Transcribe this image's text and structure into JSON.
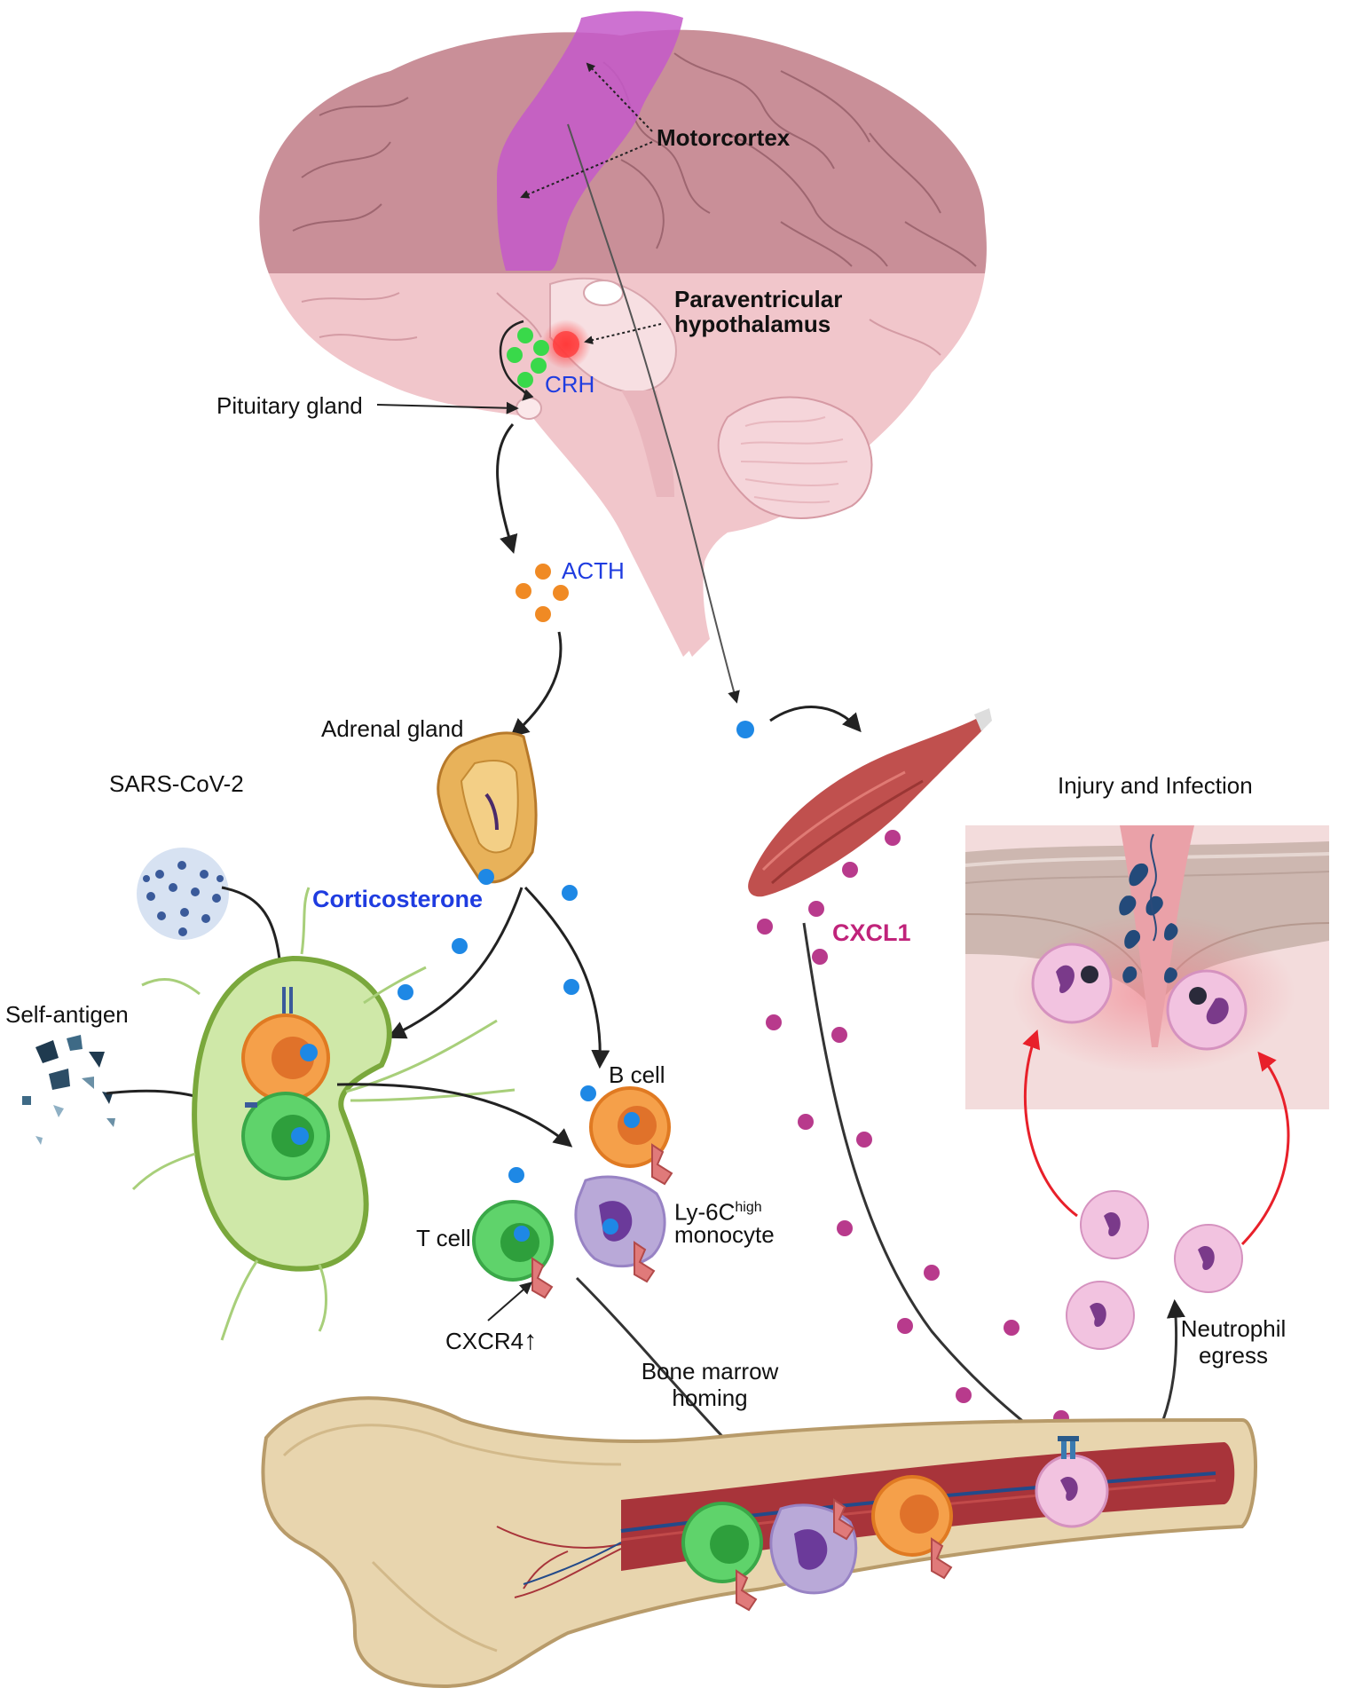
{
  "labels": {
    "motorcortex": "Motorcortex",
    "paraventricular": "Paraventricular",
    "hypothalamus": "hypothalamus",
    "crh": "CRH",
    "pituitary": "Pituitary gland",
    "acth": "ACTH",
    "adrenal": "Adrenal gland",
    "sars": "SARS-CoV-2",
    "corticosterone": "Corticosterone",
    "self_antigen": "Self-antigen",
    "b_cell": "B cell",
    "ly6c_base": "Ly-6C",
    "ly6c_sup": "high",
    "monocyte": "monocyte",
    "t_cell": "T cell",
    "cxcr4": "CXCR4",
    "cxcr4_arrow": "↑",
    "cxcl1": "CXCL1",
    "injury": "Injury and Infection",
    "neutrophil_1": "Neutrophil",
    "neutrophil_2": "egress",
    "bone_marrow_1": "Bone marrow",
    "bone_marrow_2": "homing"
  },
  "colors": {
    "brain_cortex": "#c98f98",
    "brain_lower": "#f1c6cb",
    "motorcortex": "#c459c9",
    "hormone_blue": "#1e88e5",
    "acth_orange": "#f08a24",
    "crh_green": "#39d94a",
    "cxcl1_magenta": "#b83a8c",
    "lymph_green": "#cfe8a8",
    "bone": "#e8d5ae",
    "marrow_red": "#a8343a",
    "neutrophil": "#f2c3e0",
    "red_arrow": "#e8202a"
  }
}
